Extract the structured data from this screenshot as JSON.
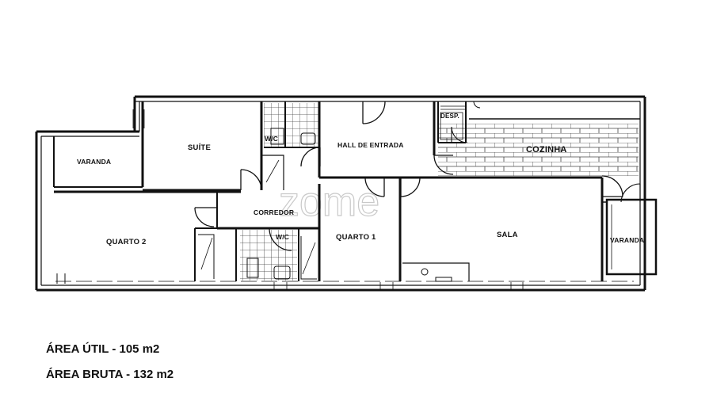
{
  "rooms": {
    "suite": "SUÍTE",
    "wc_top": "W/C",
    "hall": "HALL DE ENTRADA",
    "desp": "DESP.",
    "cozinha": "COZINHA",
    "varanda_left": "VARANDA",
    "corredor": "CORREDOR",
    "wc_mid": "W/C",
    "quarto2": "QUARTO 2",
    "quarto1": "QUARTO 1",
    "sala": "SALA",
    "varanda_right": "VARANDA"
  },
  "watermark": "zome",
  "areas": {
    "util": "ÁREA ÚTIL - 105 m2",
    "bruta": "ÁREA BRUTA - 132 m2"
  }
}
